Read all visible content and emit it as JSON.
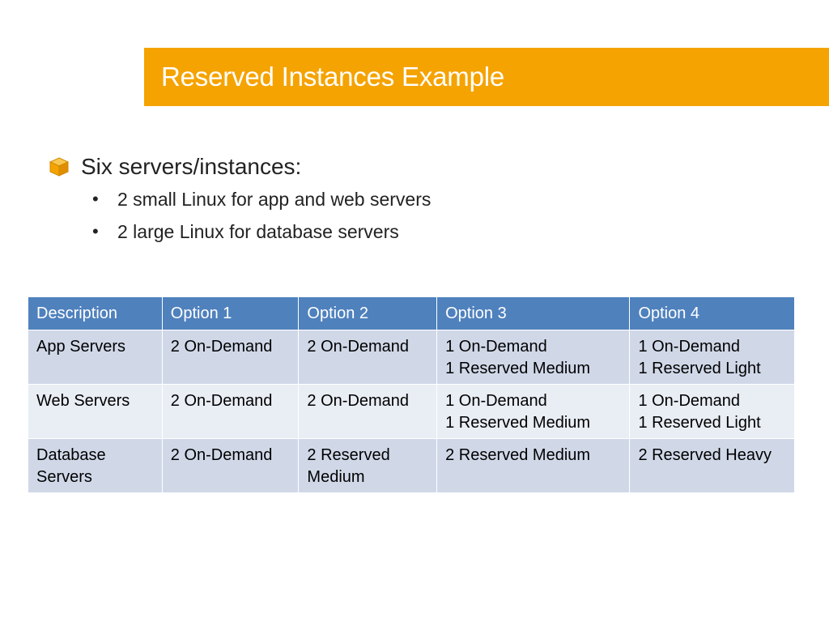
{
  "slide": {
    "title": "Reserved Instances Example",
    "accent_color": "#f5a300",
    "bullets": {
      "main": "Six servers/instances:",
      "main_icon": "cube-icon",
      "sub": [
        "2 small Linux for app and web servers",
        "2 large Linux for database servers"
      ]
    },
    "table": {
      "header_color": "#4f81bd",
      "row_colors": [
        "#d0d8e8",
        "#e9edf4"
      ],
      "columns": [
        "Description",
        "Option 1",
        "Option 2",
        "Option 3",
        "Option 4"
      ],
      "rows": [
        {
          "description": "App Servers",
          "option1": [
            "2 On-Demand"
          ],
          "option2": [
            "2 On-Demand"
          ],
          "option3": [
            "1 On-Demand",
            "1 Reserved Medium"
          ],
          "option4": [
            "1 On-Demand",
            "1 Reserved Light"
          ]
        },
        {
          "description": "Web Servers",
          "option1": [
            "2 On-Demand"
          ],
          "option2": [
            "2 On-Demand"
          ],
          "option3": [
            "1 On-Demand",
            "1 Reserved Medium"
          ],
          "option4": [
            "1 On-Demand",
            "1 Reserved Light"
          ]
        },
        {
          "description": "Database Servers",
          "option1": [
            "2 On-Demand"
          ],
          "option2": [
            "2 Reserved Medium"
          ],
          "option3": [
            "2 Reserved Medium"
          ],
          "option4": [
            "2 Reserved Heavy"
          ]
        }
      ]
    }
  }
}
